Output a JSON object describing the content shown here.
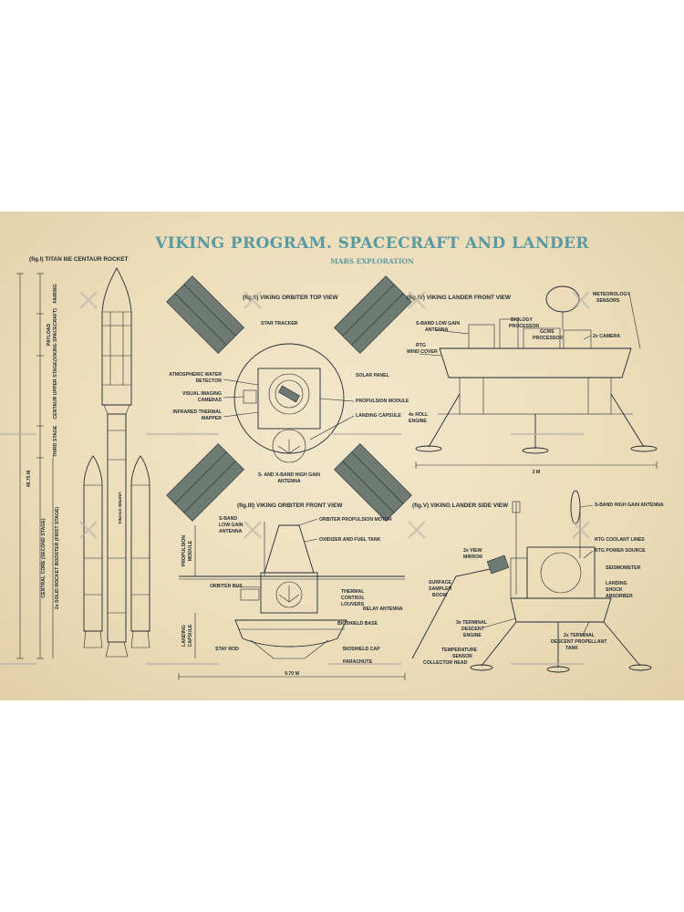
{
  "title": "VIKING PROGRAM. SPACECRAFT AND LANDER",
  "subtitle": "MARS EXPLORATION",
  "fig1": {
    "title": "(fig.I) TITAN IIIE CENTAUR ROCKET",
    "height": "48.75 M",
    "vertical_labels": {
      "fairing": "FAIRING",
      "payload": "PAYLOAD",
      "viking_spacecraft": "(VIKING SPACECRAFT)",
      "centaur": "CENTAUR UPPER STAGE",
      "third": "THIRD STAGE",
      "core": "CENTRAL CORE (SECOND STAGE)",
      "boosters": "2x SOLID ROCKET BOOSTER (FIRST STAGE)",
      "us": "UNITED STATES"
    }
  },
  "fig2": {
    "title": "(fig.II) VIKING ORBITER TOP VIEW",
    "labels": {
      "star_tracker": "STAR TRACKER",
      "atmo1": "ATMOSPHERIC WATER",
      "atmo2": "DETECTOR",
      "visual1": "VISUAL IMAGING",
      "visual2": "CAMERAS",
      "infra1": "INFRARED THERMAL",
      "infra2": "MAPPER",
      "solar": "SOLAR PANEL",
      "propulsion": "PROPULSION MODULE",
      "landing": "LANDING CAPSULE",
      "sx1": "S- AND X-BAND HIGH GAIN",
      "sx2": "ANTENNA"
    }
  },
  "fig3": {
    "title": "(fig.III) VIKING ORBITER FRONT VIEW",
    "width": "9.70 M",
    "labels": {
      "sband1": "S-BAND",
      "sband2": "LOW GAIN",
      "sband3": "ANTENNA",
      "motor": "ORBITER PROPULSION MOTOR",
      "tank": "OXIDIZER AND FUEL TANK",
      "bus": "ORBITER BUS",
      "louvers1": "THERMAL",
      "louvers2": "CONTROL",
      "louvers3": "LOUVERS",
      "relay": "RELAY ANTENNA",
      "bioshield_base": "BIOSHIELD BASE",
      "stay": "STAY ROD",
      "bioshield_cap": "BIOSHIELD CAP",
      "parachute": "PARACHUTE",
      "propmod1": "PROPULSION",
      "propmod2": "MODULE",
      "landcap1": "LANDING",
      "landcap2": "CAPSULE"
    }
  },
  "fig4": {
    "title": "(fig.IV) VIKING LANDER FRONT VIEW",
    "width": "3 M",
    "labels": {
      "meteo1": "METEOROLOGY",
      "meteo2": "SENSORS",
      "sband1": "S-BAND LOW GAIN",
      "sband2": "ANTENNA",
      "bio1": "BIOLOGY",
      "bio2": "PROCESSOR",
      "gcms1": "GCMS",
      "gcms2": "PROCESSOR",
      "camera": "2x CAMERA",
      "rtg1": "RTG",
      "rtg2": "WIND COVER",
      "roll1": "4x ROLL",
      "roll2": "ENGINE"
    }
  },
  "fig5": {
    "title": "(fig.V) VIKING LANDER SIDE VIEW",
    "labels": {
      "hga": "S-BAND HIGH GAIN ANTENNA",
      "rtg_lines": "RTG COOLANT LINES",
      "rtg_power": "RTG POWER SOURCE",
      "seismo": "SEISMOMETER",
      "shock1": "LANDING",
      "shock2": "SHOCK",
      "shock3": "ABSORBER",
      "mirror1": "2x VIEW",
      "mirror2": "MIRROR",
      "sampler1": "SURFACE",
      "sampler2": "SAMPLER",
      "sampler3": "BOOM",
      "term1": "3x TERMINAL",
      "term2": "DESCENT",
      "term3": "ENGINE",
      "temp1": "TEMPERATURE",
      "temp2": "SENSOR",
      "collector": "COLLECTOR HEAD",
      "tank1": "2x TERMINAL",
      "tank2": "DESCENT PROPELLANT",
      "tank3": "TANK"
    }
  },
  "colors": {
    "paper": "#ecdcb9",
    "ink": "#1f2a33",
    "title": "#5a9aa2",
    "panel": "#6e7a72"
  }
}
